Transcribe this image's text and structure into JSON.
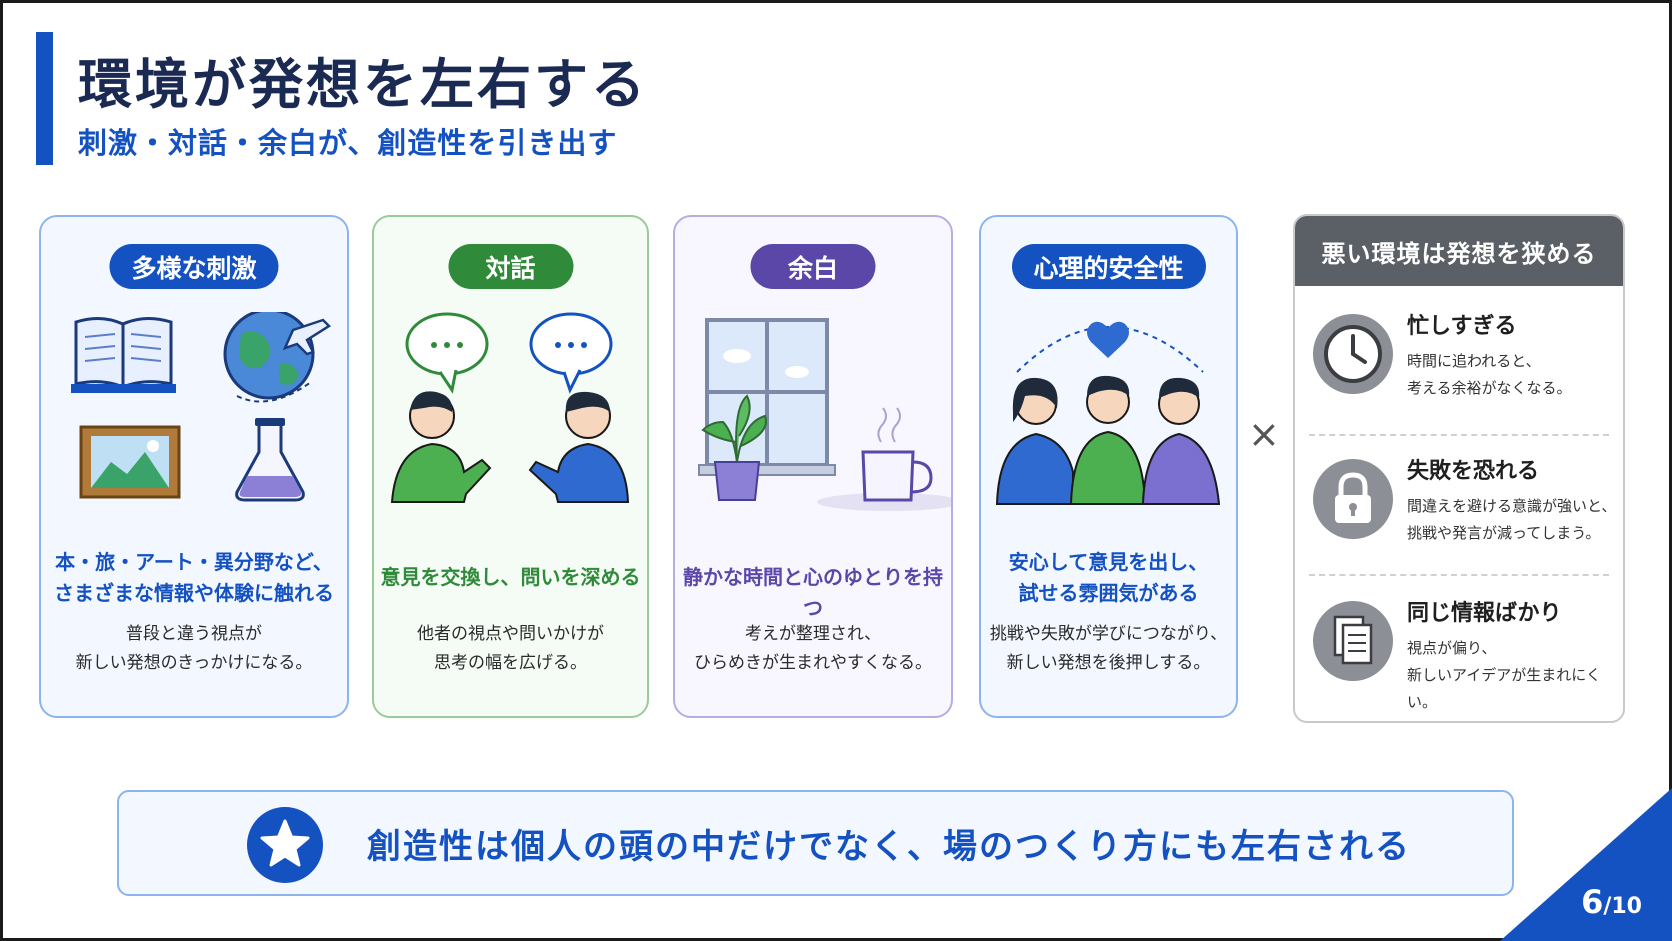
{
  "header": {
    "title": "環境が発想を左右する",
    "subtitle": "刺激・対話・余白が、創造性を引き出す"
  },
  "cards": [
    {
      "label": "多様な刺激",
      "heading": "本・旅・アート・異分野など、\nさまざまな情報や体験に触れる",
      "description": "普段と違う視点が\n新しい発想のきっかけになる。",
      "icons": [
        "open-book-icon",
        "globe-airplane-icon",
        "landscape-painting-icon",
        "flask-icon"
      ]
    },
    {
      "label": "対話",
      "heading": "意見を交換し、問いを深める",
      "description": "他者の視点や問いかけが\n思考の幅を広げる。",
      "icons": [
        "speech-bubble-icon",
        "conversation-people-icon"
      ]
    },
    {
      "label": "余白",
      "heading": "静かな時間と心のゆとりを持つ",
      "description": "考えが整理され、\nひらめきが生まれやすくなる。",
      "icons": [
        "window-icon",
        "potted-plant-icon",
        "coffee-mug-icon"
      ]
    },
    {
      "label": "心理的安全性",
      "heading": "安心して意見を出し、\n試せる雰囲気がある",
      "description": "挑戦や失敗が学びにつながり、\n新しい発想を後押しする。",
      "icons": [
        "heart-icon",
        "team-people-icon"
      ]
    }
  ],
  "operator": "×",
  "bad_environment": {
    "header": "悪い環境は発想を狭める",
    "items": [
      {
        "title": "忙しすぎる",
        "description": "時間に追われると、\n考える余裕がなくなる。",
        "icon": "clock-icon"
      },
      {
        "title": "失敗を恐れる",
        "description": "間違えを避ける意識が強いと、\n挑戦や発言が減ってしまう。",
        "icon": "lock-icon"
      },
      {
        "title": "同じ情報ばかり",
        "description": "視点が偏り、\n新しいアイデアが生まれにくい。",
        "icon": "documents-icon"
      }
    ]
  },
  "banner": {
    "message": "創造性は個人の頭の中だけでなく、場のつくり方にも左右される",
    "icon": "star-icon"
  },
  "page": {
    "current": "6",
    "total": "/10"
  },
  "colors": {
    "primary_blue": "#1452c2",
    "green": "#2f8a3a",
    "purple": "#5a47a8",
    "gray_header": "#5b5f66",
    "title_navy": "#1a2a52"
  }
}
